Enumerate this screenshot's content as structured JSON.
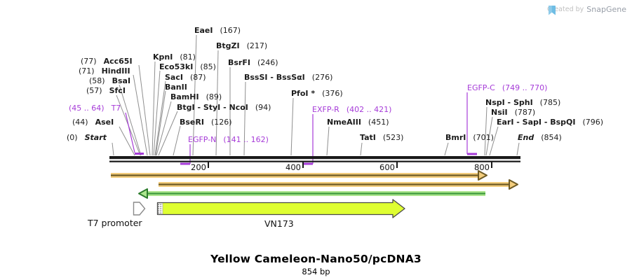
{
  "credit": {
    "prefix": "Created by",
    "brand": "SnapGene"
  },
  "title": {
    "name": "Yellow Cameleon-Nano50/pcDNA3",
    "length": "854 bp"
  },
  "ruler": {
    "ticks": [
      "200",
      "400",
      "600",
      "800"
    ]
  },
  "colors": {
    "primer_purple": "#A63BD8",
    "orange_light": "#F3CD7D",
    "orange_dark": "#6E5B26",
    "green_light": "#ADE68E",
    "green_dark": "#3F9B3F",
    "feature_yellow": "#DFFF32"
  },
  "sites": {
    "eaei": {
      "name": "EaeI",
      "pos": "(167)"
    },
    "btgzi": {
      "name": "BtgZI",
      "pos": "(217)"
    },
    "kpni": {
      "name": "KpnI",
      "pos": "(81)"
    },
    "bsrfi": {
      "name": "BsrFI",
      "pos": "(246)"
    },
    "acc65i": {
      "pos": "(77)",
      "name": "Acc65I"
    },
    "eco53ki": {
      "name": "Eco53kI",
      "pos": "(85)"
    },
    "hindiii": {
      "pos": "(71)",
      "name": "HindIII"
    },
    "saci": {
      "name": "SacI",
      "pos": "(87)"
    },
    "bsssi": {
      "name": "BssSI - BssSαI",
      "pos": "(276)"
    },
    "bsai": {
      "pos": "(58)",
      "name": "BsaI"
    },
    "banii": {
      "name": "BanII",
      "pos": ""
    },
    "sfci": {
      "pos": "(57)",
      "name": "SfcI"
    },
    "pfoi": {
      "name": "PfoI *",
      "pos": "(376)"
    },
    "bamhi": {
      "name": "BamHI",
      "pos": "(89)"
    },
    "btgi": {
      "name": "BtgI - StyI - NcoI",
      "pos": "(94)"
    },
    "bseri": {
      "name": "BseRI",
      "pos": "(126)"
    },
    "nmeaiii": {
      "name": "NmeAIII",
      "pos": "(451)"
    },
    "tati": {
      "name": "TatI",
      "pos": "(523)"
    },
    "bmri": {
      "name": "BmrI",
      "pos": "(701)"
    },
    "nspi": {
      "name": "NspI - SphI",
      "pos": "(785)"
    },
    "nsii": {
      "name": "NsiI",
      "pos": "(787)"
    },
    "eari": {
      "name": "EarI - SapI - BspQI",
      "pos": "(796)"
    },
    "asei": {
      "pos": "(44)",
      "name": "AseI"
    },
    "start": {
      "pos": "(0)",
      "name": "Start"
    },
    "end": {
      "name": "End",
      "pos": "(854)"
    }
  },
  "primers": {
    "t7": {
      "pos": "(45 .. 64)",
      "name": "T7"
    },
    "egfpn": {
      "name": "EGFP-N",
      "pos": "(141 .. 162)"
    },
    "exfpr": {
      "name": "EXFP-R",
      "pos": "(402 .. 421)"
    },
    "egfpc": {
      "name": "EGFP-C",
      "pos": "(749 .. 770)"
    }
  },
  "features": {
    "t7_promoter": "T7 promoter",
    "vn173": "VN173"
  }
}
